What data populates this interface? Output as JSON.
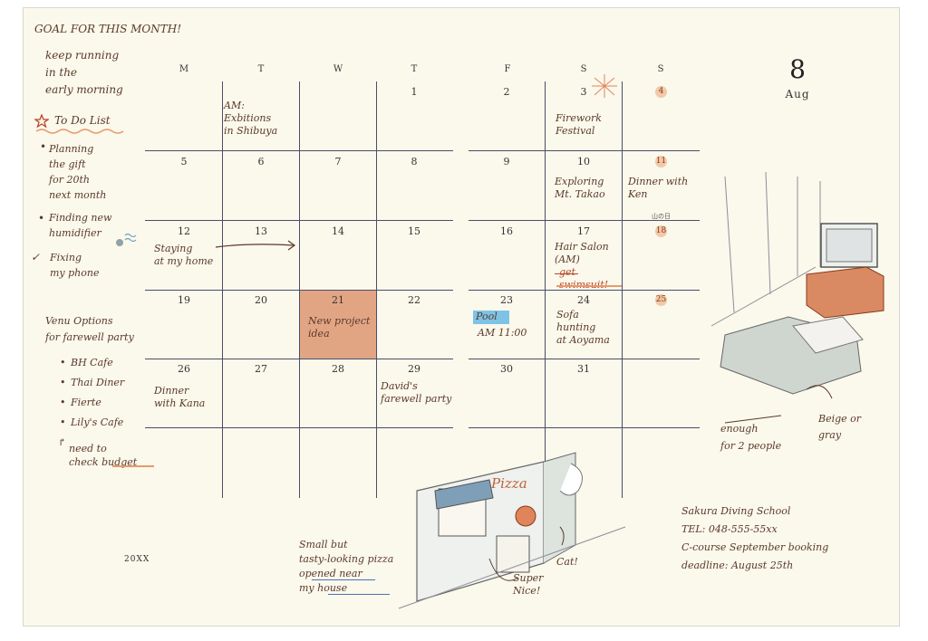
{
  "month": {
    "number": "8",
    "name": "Aug"
  },
  "year": "20XX",
  "weekdays": [
    "M",
    "T",
    "W",
    "T",
    "F",
    "S",
    "S"
  ],
  "dates": {
    "d1": "1",
    "d2": "2",
    "d3": "3",
    "d4": "4",
    "d5": "5",
    "d6": "6",
    "d7": "7",
    "d8": "8",
    "d9": "9",
    "d10": "10",
    "d11": "11",
    "d12": "12",
    "d13": "13",
    "d14": "14",
    "d15": "15",
    "d16": "16",
    "d17": "17",
    "d18": "18",
    "d19": "19",
    "d20": "20",
    "d21": "21",
    "d22": "22",
    "d23": "23",
    "d24": "24",
    "d25": "25",
    "d26": "26",
    "d27": "27",
    "d28": "28",
    "d29": "29",
    "d30": "30",
    "d31": "31"
  },
  "holiday_note": "山の日",
  "sidebar": {
    "goal_heading": "GOAL FOR THIS MONTH!",
    "goal": "keep running\nin the\nearly morning",
    "todo_heading": "To Do List",
    "todo_items": [
      "Planning\nthe gift\nfor 20th\nnext month",
      "Finding new\nhumidifier",
      "Fixing\nmy phone"
    ],
    "venue_heading": "Venu Options\nfor farewell party",
    "venue_items": [
      "BH Cafe",
      "Thai Diner",
      "Fierte",
      "Lily's Cafe"
    ],
    "venue_note": "need to\ncheck budget"
  },
  "events": {
    "e2": "AM:\nExbitions\nin Shibuya",
    "e3": "Firework\nFestival",
    "e10": "Exploring\nMt. Takao",
    "e11": "Dinner with\nKen",
    "e12": "Staying\nat my home",
    "e17": "Hair Salon\n(AM)",
    "e17b": "get\nswimsuit!",
    "e21": "New project\nidea",
    "e23a": "Pool",
    "e23b": "AM 11:00",
    "e24": "Sofa\nhunting\nat Aoyama",
    "e26": "Dinner\nwith Kana",
    "e29": "David's\nfarewell party"
  },
  "drawings": {
    "sofa_note1": "enough\nfor 2 people",
    "sofa_note2": "Beige or\ngray",
    "pizza_sign": "Pizza",
    "pizza_note": "Small but\ntasty-looking pizza\nopened near\nmy house",
    "pizza_super": "Super\nNice!",
    "pizza_cat": "Cat!",
    "diving": "Sakura Diving School\nTEL: 048-555-55xx\nC-course September booking\ndeadline: August 25th"
  },
  "colors": {
    "ink": "#5a3a2a",
    "grid": "#4a4e68",
    "highlight": "#d98a62",
    "sunday_badge": "#f1c9a8",
    "pool_tag": "#7ec3e6",
    "paper": "#fbf8ec"
  }
}
